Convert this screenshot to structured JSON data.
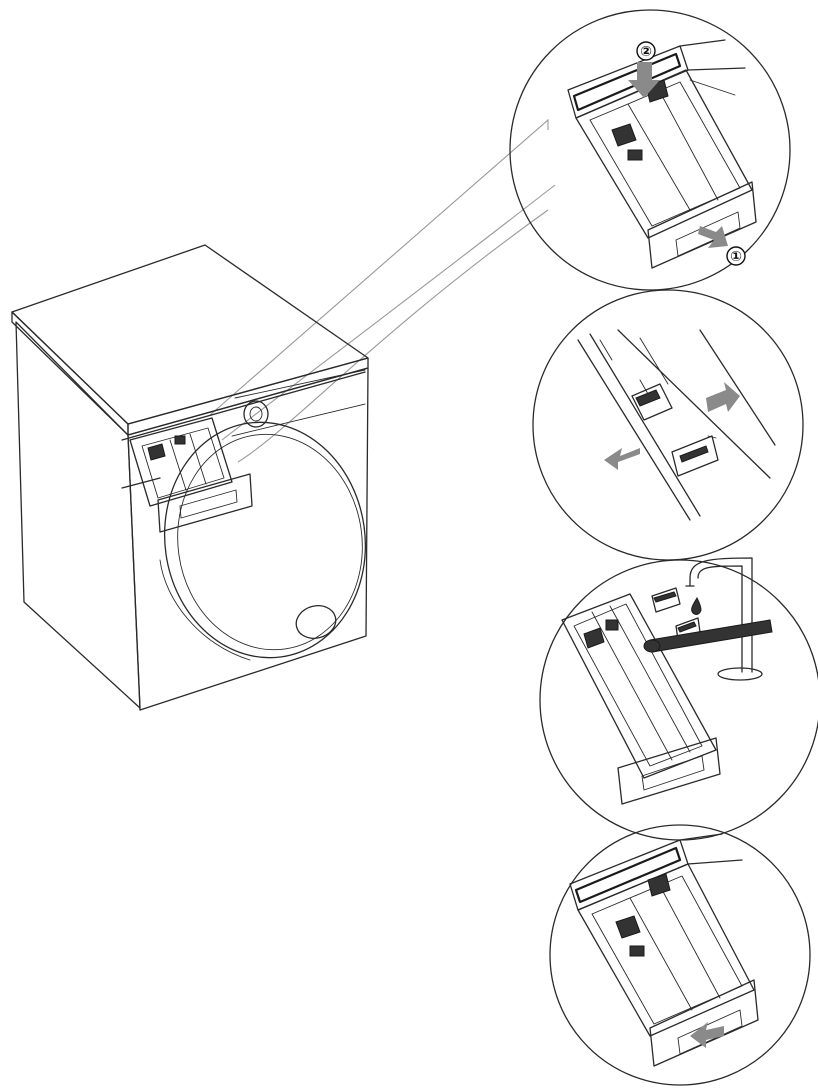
{
  "diagram": {
    "step_markers": [
      {
        "id": "step-1",
        "label": "①"
      },
      {
        "id": "step-2",
        "label": "②"
      }
    ],
    "colors": {
      "line": "#2a2a2a",
      "arrow": "#8a8a8a",
      "callout": "#9a9a9a",
      "background": "#ffffff"
    },
    "icons": [
      "washing-machine-icon",
      "detergent-drawer-icon",
      "tap-icon",
      "brush-icon",
      "water-drop-icon",
      "arrow-icon"
    ]
  }
}
